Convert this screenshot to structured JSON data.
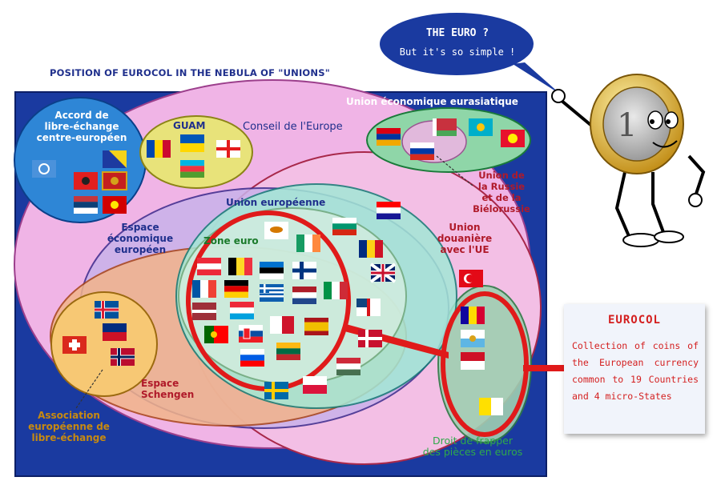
{
  "title": "POSITION OF EUROCOL IN THE NEBULA OF \"UNIONS\"",
  "speech_bubble": {
    "line1": "THE EURO ?",
    "line2": "But it's so simple !"
  },
  "regions": {
    "eurasian_union": "Union économique eurasiatique",
    "cefta": [
      "Accord de",
      "libre-échange",
      "centre-européen"
    ],
    "guam": "GUAM",
    "council_of_europe": "Conseil de l'Europe",
    "union_state": [
      "Union de",
      "la Russie",
      "et de la",
      "Biélorussie"
    ],
    "european_union": "Union européenne",
    "eea": [
      "Espace",
      "économique",
      "européen"
    ],
    "eurozone": "Zone euro",
    "customs_union": [
      "Union",
      "douanière",
      "avec l'UE"
    ],
    "schengen": [
      "Espace",
      "Schengen"
    ],
    "efta": [
      "Association",
      "européenne de",
      "libre-échange"
    ],
    "coin_minting": [
      "Droit de frapper",
      "des pièces en euros"
    ]
  },
  "eurocol": {
    "title": "EUROCOL",
    "description": "Collection of coins of the European currency common to 19 Countries and 4 micro-States"
  },
  "colors": {
    "frame": "#1a3aa0",
    "cefta": "#2e86d6",
    "guam": "#e8e37a",
    "eurasian": "#8fd6a8",
    "council": "#f0b4e6",
    "eu": "#a3e8d6",
    "eurozone": "#d7eee0",
    "schengen": "#f2b48a",
    "efta": "#f7c874",
    "highlight": "#e01a1a",
    "bubble": "#1a3aa0"
  }
}
